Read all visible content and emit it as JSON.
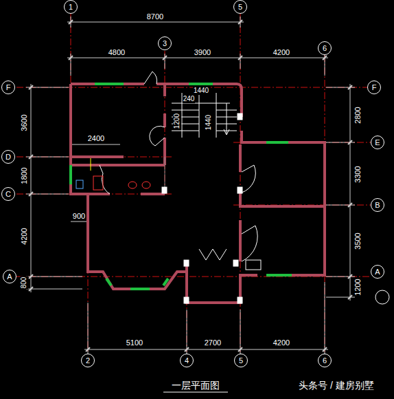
{
  "diagram": {
    "nodes": [
      {
        "text": [
          "1"
        ]
      },
      {
        "text": [
          "5"
        ]
      },
      {
        "text": [
          "3"
        ]
      },
      {
        "text": [
          "6"
        ]
      },
      {
        "text": [
          "F"
        ]
      },
      {
        "text": [
          "F"
        ]
      },
      {
        "text": [
          "E"
        ]
      },
      {
        "text": [
          "D"
        ]
      },
      {
        "text": [
          "C"
        ]
      },
      {
        "text": [
          "B"
        ]
      },
      {
        "text": [
          "A"
        ]
      },
      {
        "text": [
          "A"
        ]
      },
      {
        "text": [
          "2"
        ]
      },
      {
        "text": [
          "4"
        ]
      },
      {
        "text": [
          "5"
        ]
      },
      {
        "text": [
          "6"
        ]
      }
    ],
    "labels": [
      "8700",
      "4800",
      "3900",
      "4200",
      "3600",
      "1800",
      "4200",
      "800",
      "2800",
      "3300",
      "3500",
      "1200",
      "2400",
      "1440",
      "240",
      "1200",
      "1440",
      "900",
      "5100",
      "2700",
      "4200",
      "一层平面图",
      "头条号 / 建房别墅"
    ]
  }
}
